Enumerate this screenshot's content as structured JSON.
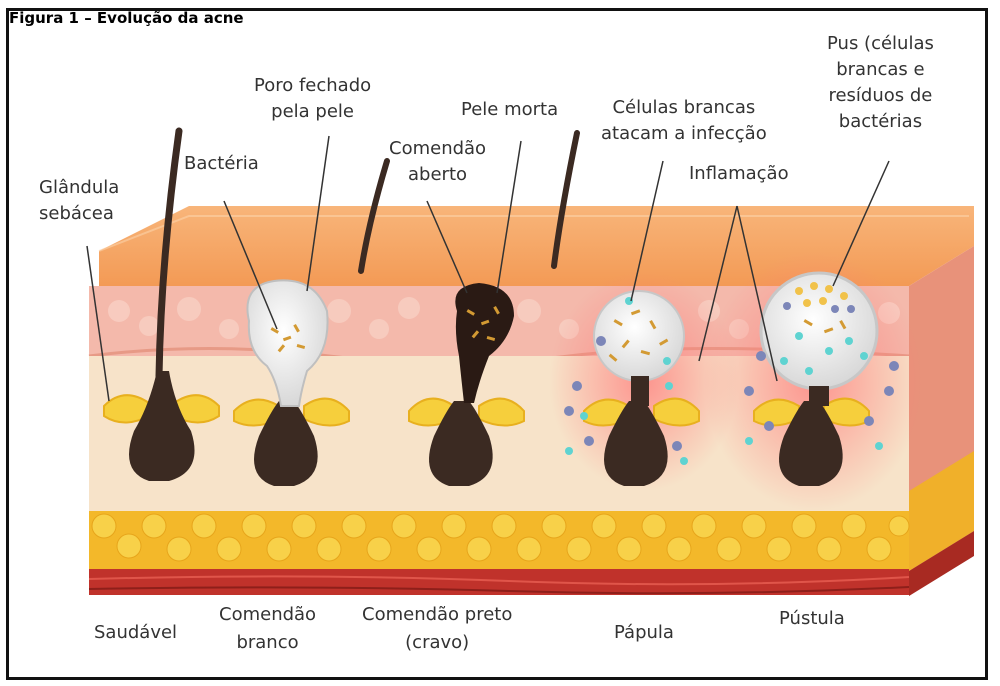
{
  "caption": "Figura 1 – Evolução da acne",
  "labels": {
    "sebaceous_gland": [
      "Glândula",
      "sebácea"
    ],
    "bacteria": "Bactéria",
    "closed_pore": [
      "Poro fechado",
      "pela pele"
    ],
    "open_comedo": [
      "Comendão",
      "aberto"
    ],
    "dead_skin": "Pele morta",
    "white_cells": [
      "Células brancas",
      "atacam a infecção"
    ],
    "inflammation": "Inflamação",
    "pus": [
      "Pus (células",
      "brancas e",
      "resíduos de",
      "bactérias"
    ]
  },
  "stages": {
    "healthy": "Saudável",
    "whitehead": [
      "Comendão",
      "branco"
    ],
    "blackhead": [
      "Comendão preto",
      "(cravo)"
    ],
    "papule": "Pápula",
    "pustule": "Pústula"
  },
  "colors": {
    "epidermis_top": "#f6a86a",
    "dermis_pink": "#f4b9ab",
    "dermis_cream": "#f7e3c9",
    "fat": "#f6c232",
    "muscle": "#c0322b",
    "follicle": "#3b2a22",
    "sebum": "#f6cf3c"
  }
}
